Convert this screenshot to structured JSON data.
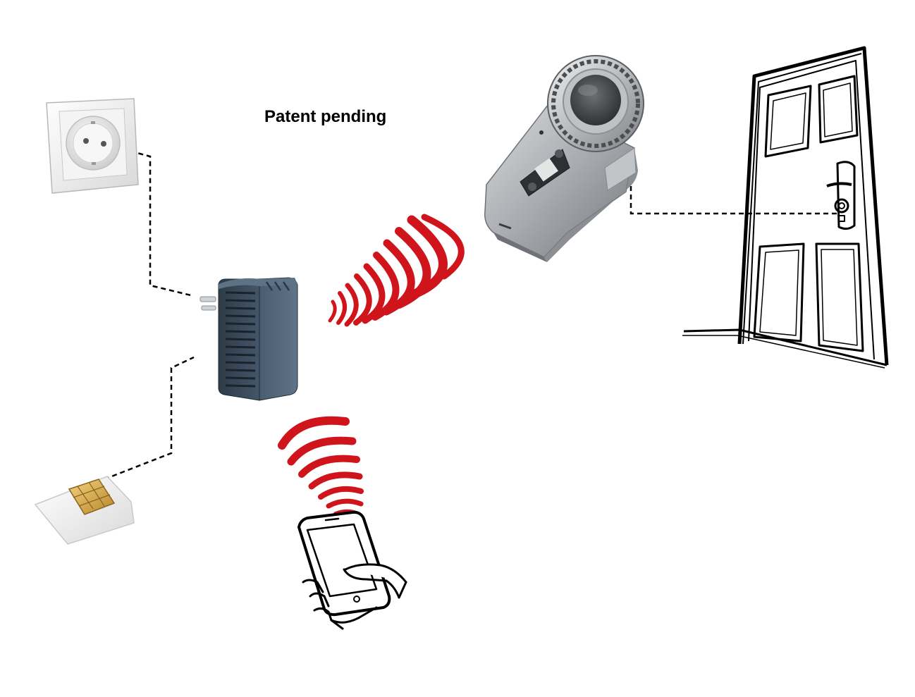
{
  "caption": {
    "text": "Patent pending"
  },
  "colors": {
    "signal": "#d0141c",
    "connector": "#000000",
    "adapter_body": "#3d4d5c",
    "lock_body": "#a7aaae",
    "sim_chip": "#d4a545"
  },
  "components": [
    {
      "id": "wall-socket",
      "icon": "wall-socket-icon"
    },
    {
      "id": "gsm-adapter",
      "icon": "plug-adapter-icon"
    },
    {
      "id": "sim-card",
      "icon": "sim-card-icon"
    },
    {
      "id": "smart-lock",
      "icon": "door-lock-actuator-icon"
    },
    {
      "id": "door",
      "icon": "door-icon"
    },
    {
      "id": "smartphone",
      "icon": "hand-smartphone-icon"
    }
  ],
  "links": [
    {
      "from": "wall-socket",
      "to": "gsm-adapter",
      "style": "dashed"
    },
    {
      "from": "sim-card",
      "to": "gsm-adapter",
      "style": "dashed"
    },
    {
      "from": "smart-lock",
      "to": "door",
      "style": "dashed"
    },
    {
      "from": "gsm-adapter",
      "to": "smart-lock",
      "style": "wireless"
    },
    {
      "from": "smartphone",
      "to": "gsm-adapter",
      "style": "wireless"
    }
  ]
}
